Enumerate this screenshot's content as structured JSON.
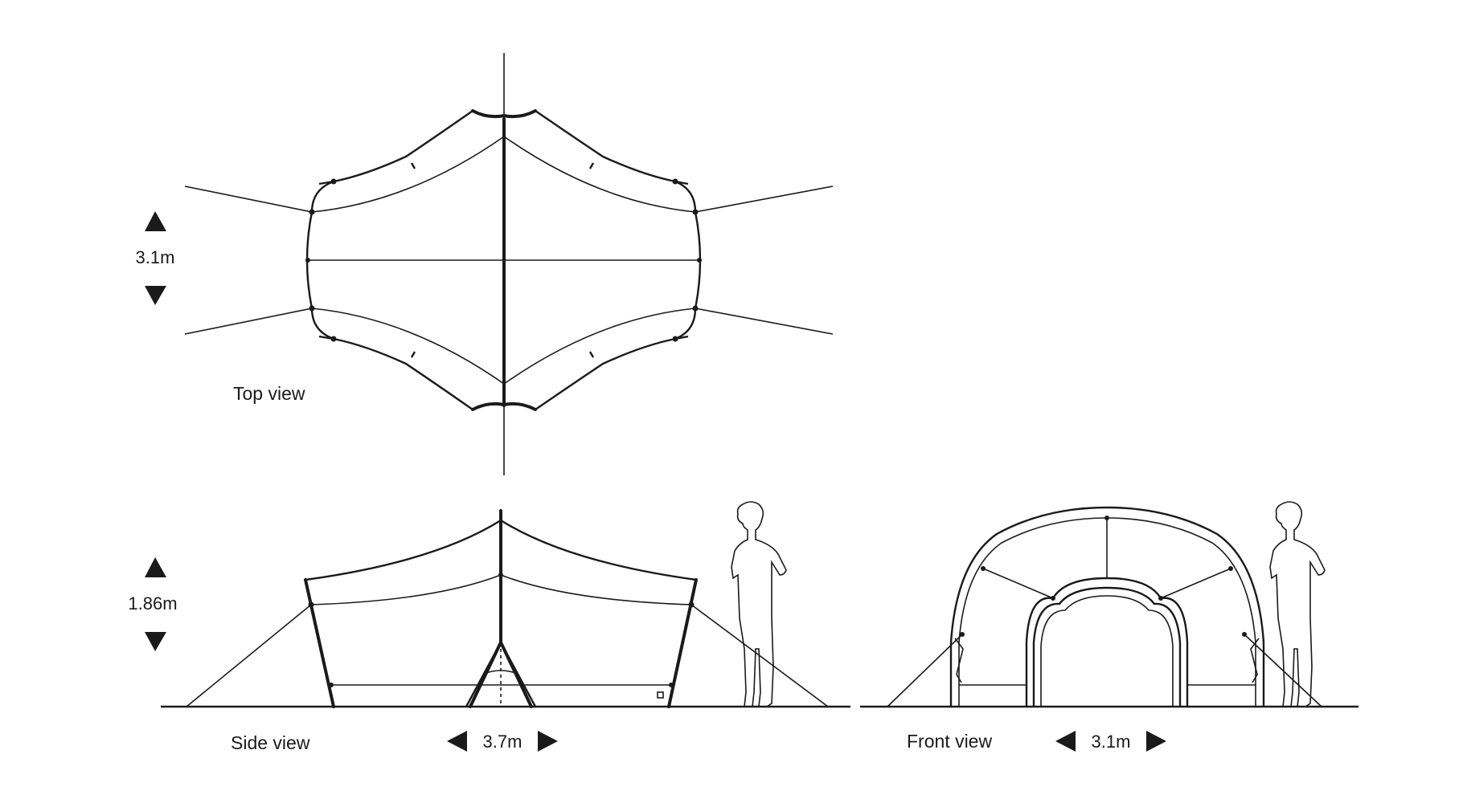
{
  "views": {
    "top": {
      "label": "Top view",
      "dimension": "3.1m"
    },
    "side": {
      "label": "Side view",
      "height": "1.86m",
      "width": "3.7m"
    },
    "front": {
      "label": "Front view",
      "width": "3.1m"
    }
  },
  "colors": {
    "line": "#1a1a1a",
    "background": "#ffffff"
  }
}
